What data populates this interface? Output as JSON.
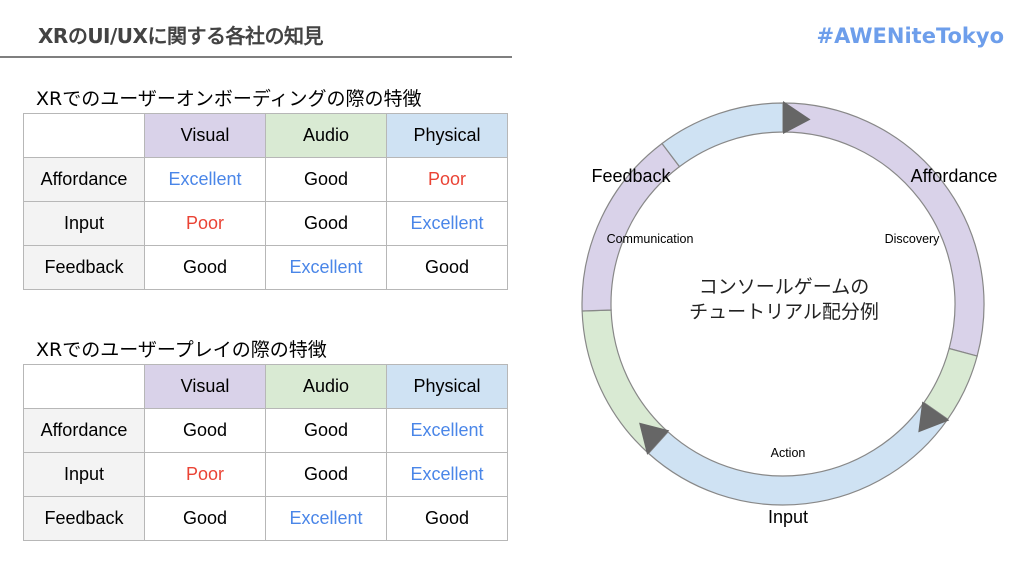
{
  "header": {
    "title": "XRのUI/UXに関する各社の知見",
    "hashtag": "#AWENiteTokyo"
  },
  "colors": {
    "visual": "#d9d2e9",
    "audio": "#d9ead3",
    "physical": "#cfe2f3",
    "excellent": "#4a86e8",
    "good": "#000000",
    "poor": "#ea4335",
    "rowhead": "#f3f3f3",
    "arrow": "#666666"
  },
  "tables": [
    {
      "title": "XRでのユーザーオンボーディングの際の特徴",
      "columns": [
        "Visual",
        "Audio",
        "Physical"
      ],
      "rows": [
        {
          "label": "Affordance",
          "values": [
            "Excellent",
            "Good",
            "Poor"
          ]
        },
        {
          "label": "Input",
          "values": [
            "Poor",
            "Good",
            "Excellent"
          ]
        },
        {
          "label": "Feedback",
          "values": [
            "Good",
            "Excellent",
            "Good"
          ]
        }
      ]
    },
    {
      "title": "XRでのユーザープレイの際の特徴",
      "columns": [
        "Visual",
        "Audio",
        "Physical"
      ],
      "rows": [
        {
          "label": "Affordance",
          "values": [
            "Good",
            "Good",
            "Excellent"
          ]
        },
        {
          "label": "Input",
          "values": [
            "Poor",
            "Good",
            "Excellent"
          ]
        },
        {
          "label": "Feedback",
          "values": [
            "Good",
            "Excellent",
            "Good"
          ]
        }
      ]
    }
  ],
  "cycle": {
    "center_line1": "コンソールゲームの",
    "center_line2": "チュートリアル配分例",
    "phases": [
      {
        "name": "Affordance",
        "sub": "Discovery"
      },
      {
        "name": "Input",
        "sub": "Action"
      },
      {
        "name": "Feedback",
        "sub": "Communication"
      }
    ],
    "segments": [
      {
        "kind": "visual",
        "start_deg": 0,
        "end_deg": 105
      },
      {
        "kind": "audio",
        "start_deg": 105,
        "end_deg": 125
      },
      {
        "kind": "physical",
        "start_deg": 125,
        "end_deg": 222
      },
      {
        "kind": "audio",
        "start_deg": 222,
        "end_deg": 268
      },
      {
        "kind": "visual",
        "start_deg": 268,
        "end_deg": 323
      },
      {
        "kind": "physical",
        "start_deg": 323,
        "end_deg": 360
      }
    ],
    "arrow_deg": [
      0,
      125,
      222
    ]
  }
}
